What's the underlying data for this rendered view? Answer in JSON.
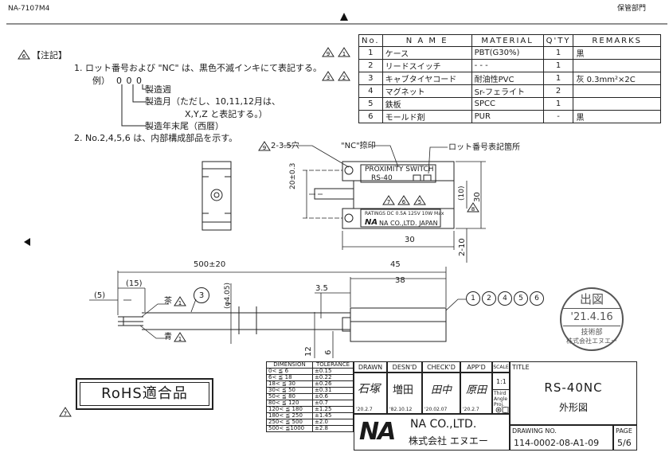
{
  "header": {
    "doc_code": "NA-7107M4",
    "storage_dept": "保管部門"
  },
  "notes": {
    "heading": "【注記】",
    "note1": "1.  ロット番号および \"NC\" は、黒色不滅インキにて表記する。",
    "example_label": "例）",
    "example_digits": "0 0 0",
    "lot_week": "製造週",
    "lot_month": "製造月（ただし、10,11,12月は、",
    "lot_month2": "X,Y,Z と表記する。）",
    "lot_year": "製造年末尾（西暦）",
    "note2": "2.  No.2,4,5,6 は、内部構成部品を示す。"
  },
  "parts_table": {
    "headers": [
      "No.",
      "N A M E",
      "MATERIAL",
      "Q'TY",
      "REMARKS"
    ],
    "rows": [
      {
        "rev": "9",
        "rev2": "1",
        "no": "1",
        "name": "ケース",
        "material": "PBT(G30%)",
        "qty": "1",
        "remarks": "黒"
      },
      {
        "rev": "",
        "rev2": "",
        "no": "2",
        "name": "リードスイッチ",
        "material": "- - -",
        "qty": "1",
        "remarks": ""
      },
      {
        "rev": "3",
        "rev2": "2",
        "no": "3",
        "name": "キャブタイヤコード",
        "material": "耐油性PVC",
        "qty": "1",
        "remarks": "灰 0.3mm²×2C"
      },
      {
        "rev": "",
        "rev2": "",
        "no": "4",
        "name": "マグネット",
        "material": "Sr-フェライト",
        "qty": "2",
        "remarks": ""
      },
      {
        "rev": "",
        "rev2": "",
        "no": "5",
        "name": "鉄板",
        "material": "SPCC",
        "qty": "1",
        "remarks": ""
      },
      {
        "rev": "",
        "rev2": "",
        "no": "6",
        "name": "モールド剤",
        "material": "PUR",
        "qty": "-",
        "remarks": "黒"
      }
    ]
  },
  "drawing": {
    "hole_label": "2-3.5穴",
    "hole_rev": "9",
    "nc_label": "\"NC\"捺印",
    "lot_label": "ロット番号表記箇所",
    "label_line1": "PROXIMITY SWITCH",
    "label_line2": "RS-40",
    "ratings": "RATINGS DC 0.5A 125V 10W Max",
    "maker": "NA CO.,LTD. JAPAN",
    "logo": "NA",
    "dim_20": "20±0.3",
    "dim_10": "(10)",
    "dim_30v": "30",
    "dim_30h": "30",
    "dim_2_10": "2-10",
    "dim_500": "500±20",
    "dim_15": "(15)",
    "dim_5": "(5)",
    "dim_phi": "(φ4.05)",
    "dim_45": "45",
    "dim_38": "38",
    "dim_3_5": "3.5",
    "dim_12": "12",
    "dim_6": "6",
    "wire_brown": "茶",
    "wire_blue": "青",
    "balloon_cord": "3",
    "balloons": [
      "1",
      "2",
      "4",
      "5",
      "6"
    ],
    "tri_9": "9",
    "tri_7": "7",
    "tri_6": "6",
    "tri_5": "5",
    "tri_8": "8",
    "tri_wire": "1",
    "rohs": "RoHS適合品"
  },
  "stamp": {
    "top": "出図",
    "date": "'21.4.16",
    "dept": "技術部",
    "company": "株式会社エヌエー"
  },
  "dimension_table": {
    "headers": [
      "DIMENSION",
      "TOLERANCE"
    ],
    "rows": [
      [
        "0<  ≦  6",
        "±0.15"
      ],
      [
        "6<  ≦  18",
        "±0.22"
      ],
      [
        "18<  ≦  30",
        "±0.26"
      ],
      [
        "30<  ≦  50",
        "±0.31"
      ],
      [
        "50<  ≦  80",
        "±0.6"
      ],
      [
        "80<  ≦  120",
        "±0.7"
      ],
      [
        "120<  ≦  180",
        "±1.25"
      ],
      [
        "180<  ≦  250",
        "±1.45"
      ],
      [
        "250<  ≦  500",
        "±2.0"
      ],
      [
        "500<  ≦1000",
        "±2.8"
      ]
    ]
  },
  "title_block": {
    "drawn_h": "DRAWN",
    "desnd_h": "DESN'D",
    "checkd_h": "CHECK'D",
    "appd_h": "APP'D",
    "scale_h": "SCALE",
    "title_h": "TITLE",
    "drawn_sig": "石塚",
    "desnd_sig": "増田",
    "checkd_sig": "田中",
    "appd_sig": "原田",
    "drawn_date": "'20.2.7",
    "desnd_date": "'82.10.12",
    "checkd_date": "'20.02.07",
    "appd_date": "'20.2.7",
    "scale": "1:1",
    "projection": "Third Angle Proj.",
    "model": "RS-40NC",
    "title_jp": "外形図",
    "drawing_no_h": "DRAWING NO.",
    "drawing_no": "114-0002-08-A1-09",
    "page_h": "PAGE",
    "page": "5/6",
    "company_en": "NA CO.,LTD.",
    "company_jp": "株式会社  エヌエー",
    "logo": "NA"
  }
}
